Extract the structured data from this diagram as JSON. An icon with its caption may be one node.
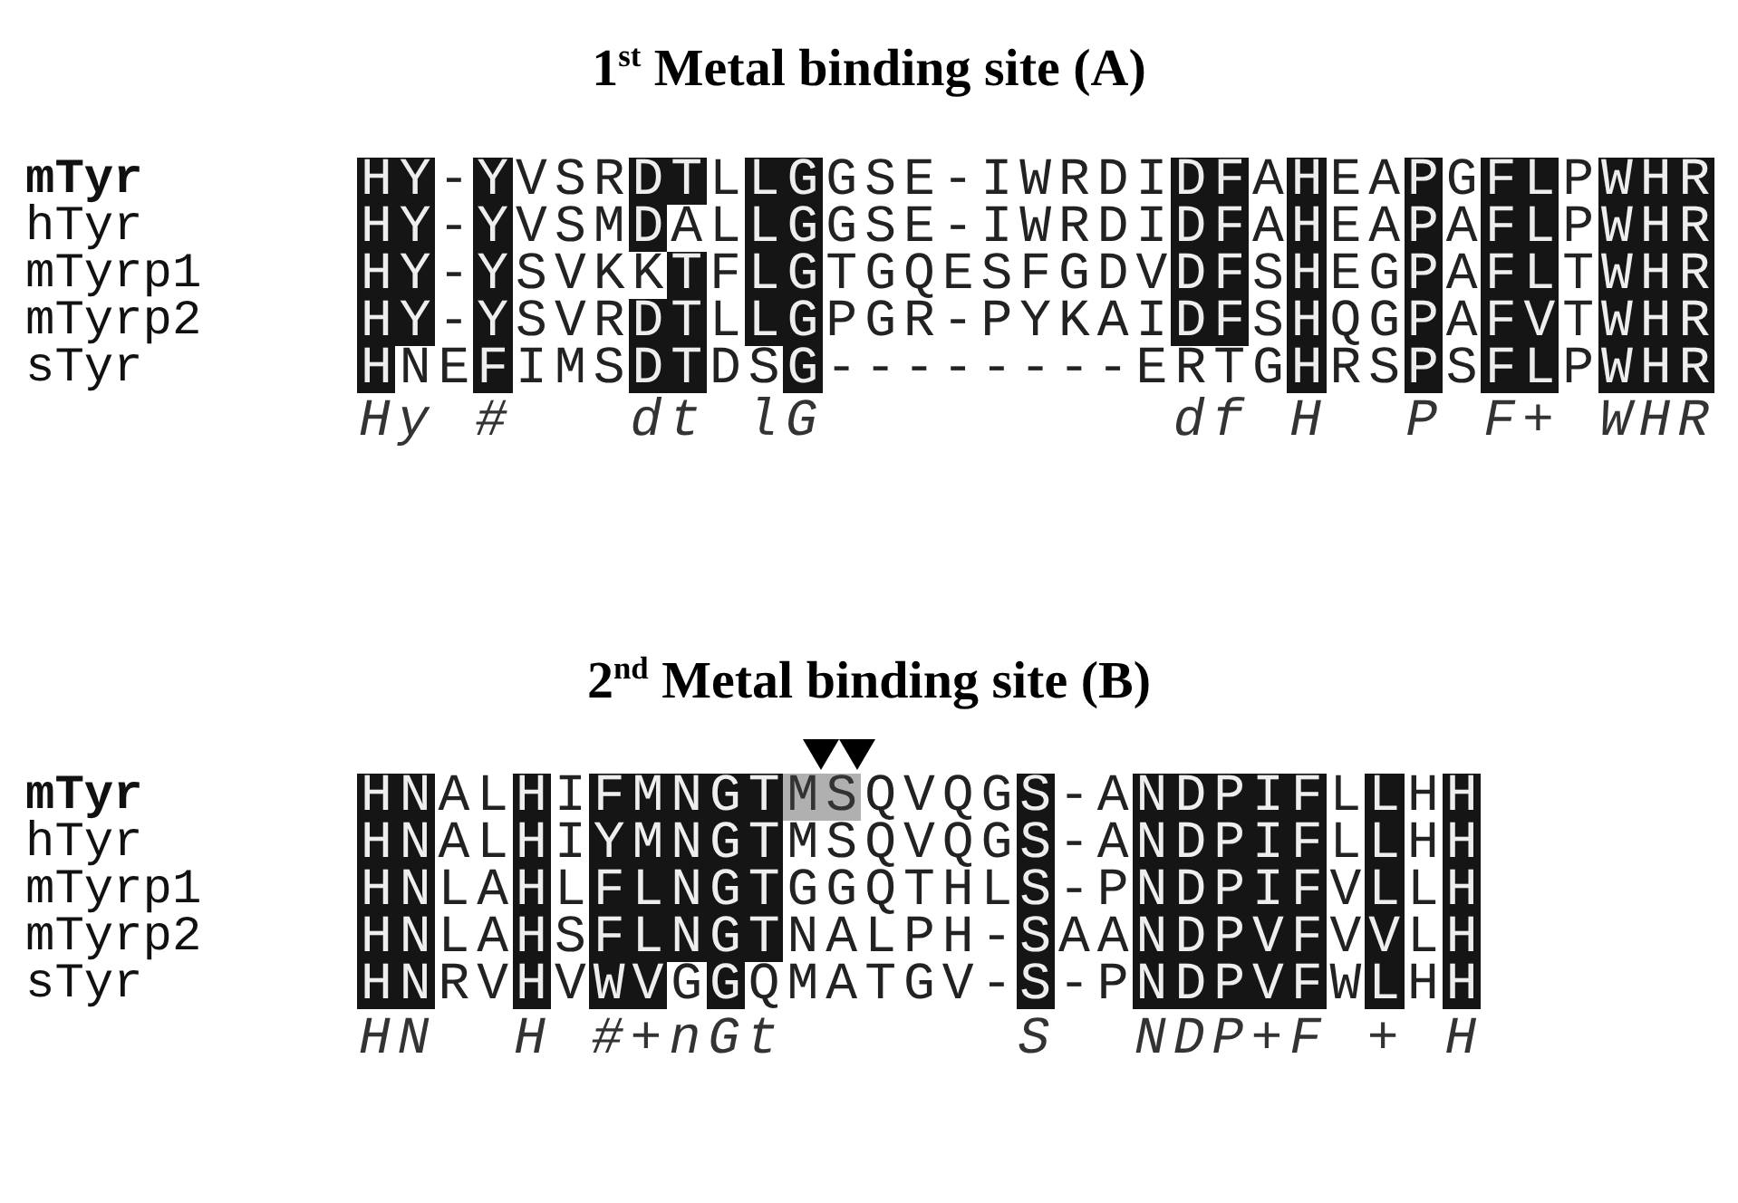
{
  "diagram": {
    "labels": [
      "1$^{st}$ Metal binding site (A)",
      "mTyr",
      "HY-YVSRDTLLGGSE-IWRDIDFAHEAPGFLPWHR",
      "hTyr",
      "HY-YVSMDALLGGSE-IWRDIDFAHEAPAFLPWHR",
      "mTyrp1",
      "HY-YSVKKTFLGTGQESFGDVDFSHEGPAFLTWHR",
      "mTyrp2",
      "HY-YSVRDTLLGPGR-PYKAIDFSHQGPAFVTWHR",
      "sTyr",
      "HNEFIMSDTDSG--------ERTGHRSPSFLPWHR",
      "Hy",
      "#",
      "dt",
      "lG",
      "df",
      "H",
      "P",
      "F+",
      "WHR",
      "2$^{nd}$ Metal binding site (B)",
      "mTyr",
      "HNALHIFMNGTMSQVQGS-ANDPIFLLHH",
      "hTyr",
      "HNALHIYMNGTMSQVQGS-ANDPIFLLHH",
      "mTyrp1",
      "HNLAHLFLNGTGGQTHLS-PNDPIFVLLH",
      "mTyrp2",
      "HNLAHSFLNGTNALPH-SAANDPVFVVLH",
      "sTyr",
      "HNRVHVWVGGQMATGV-S-PNDPVFWLHH",
      "HN",
      "H",
      "#+nGt",
      "S",
      "NDP+F",
      "+",
      "H"
    ]
  }
}
